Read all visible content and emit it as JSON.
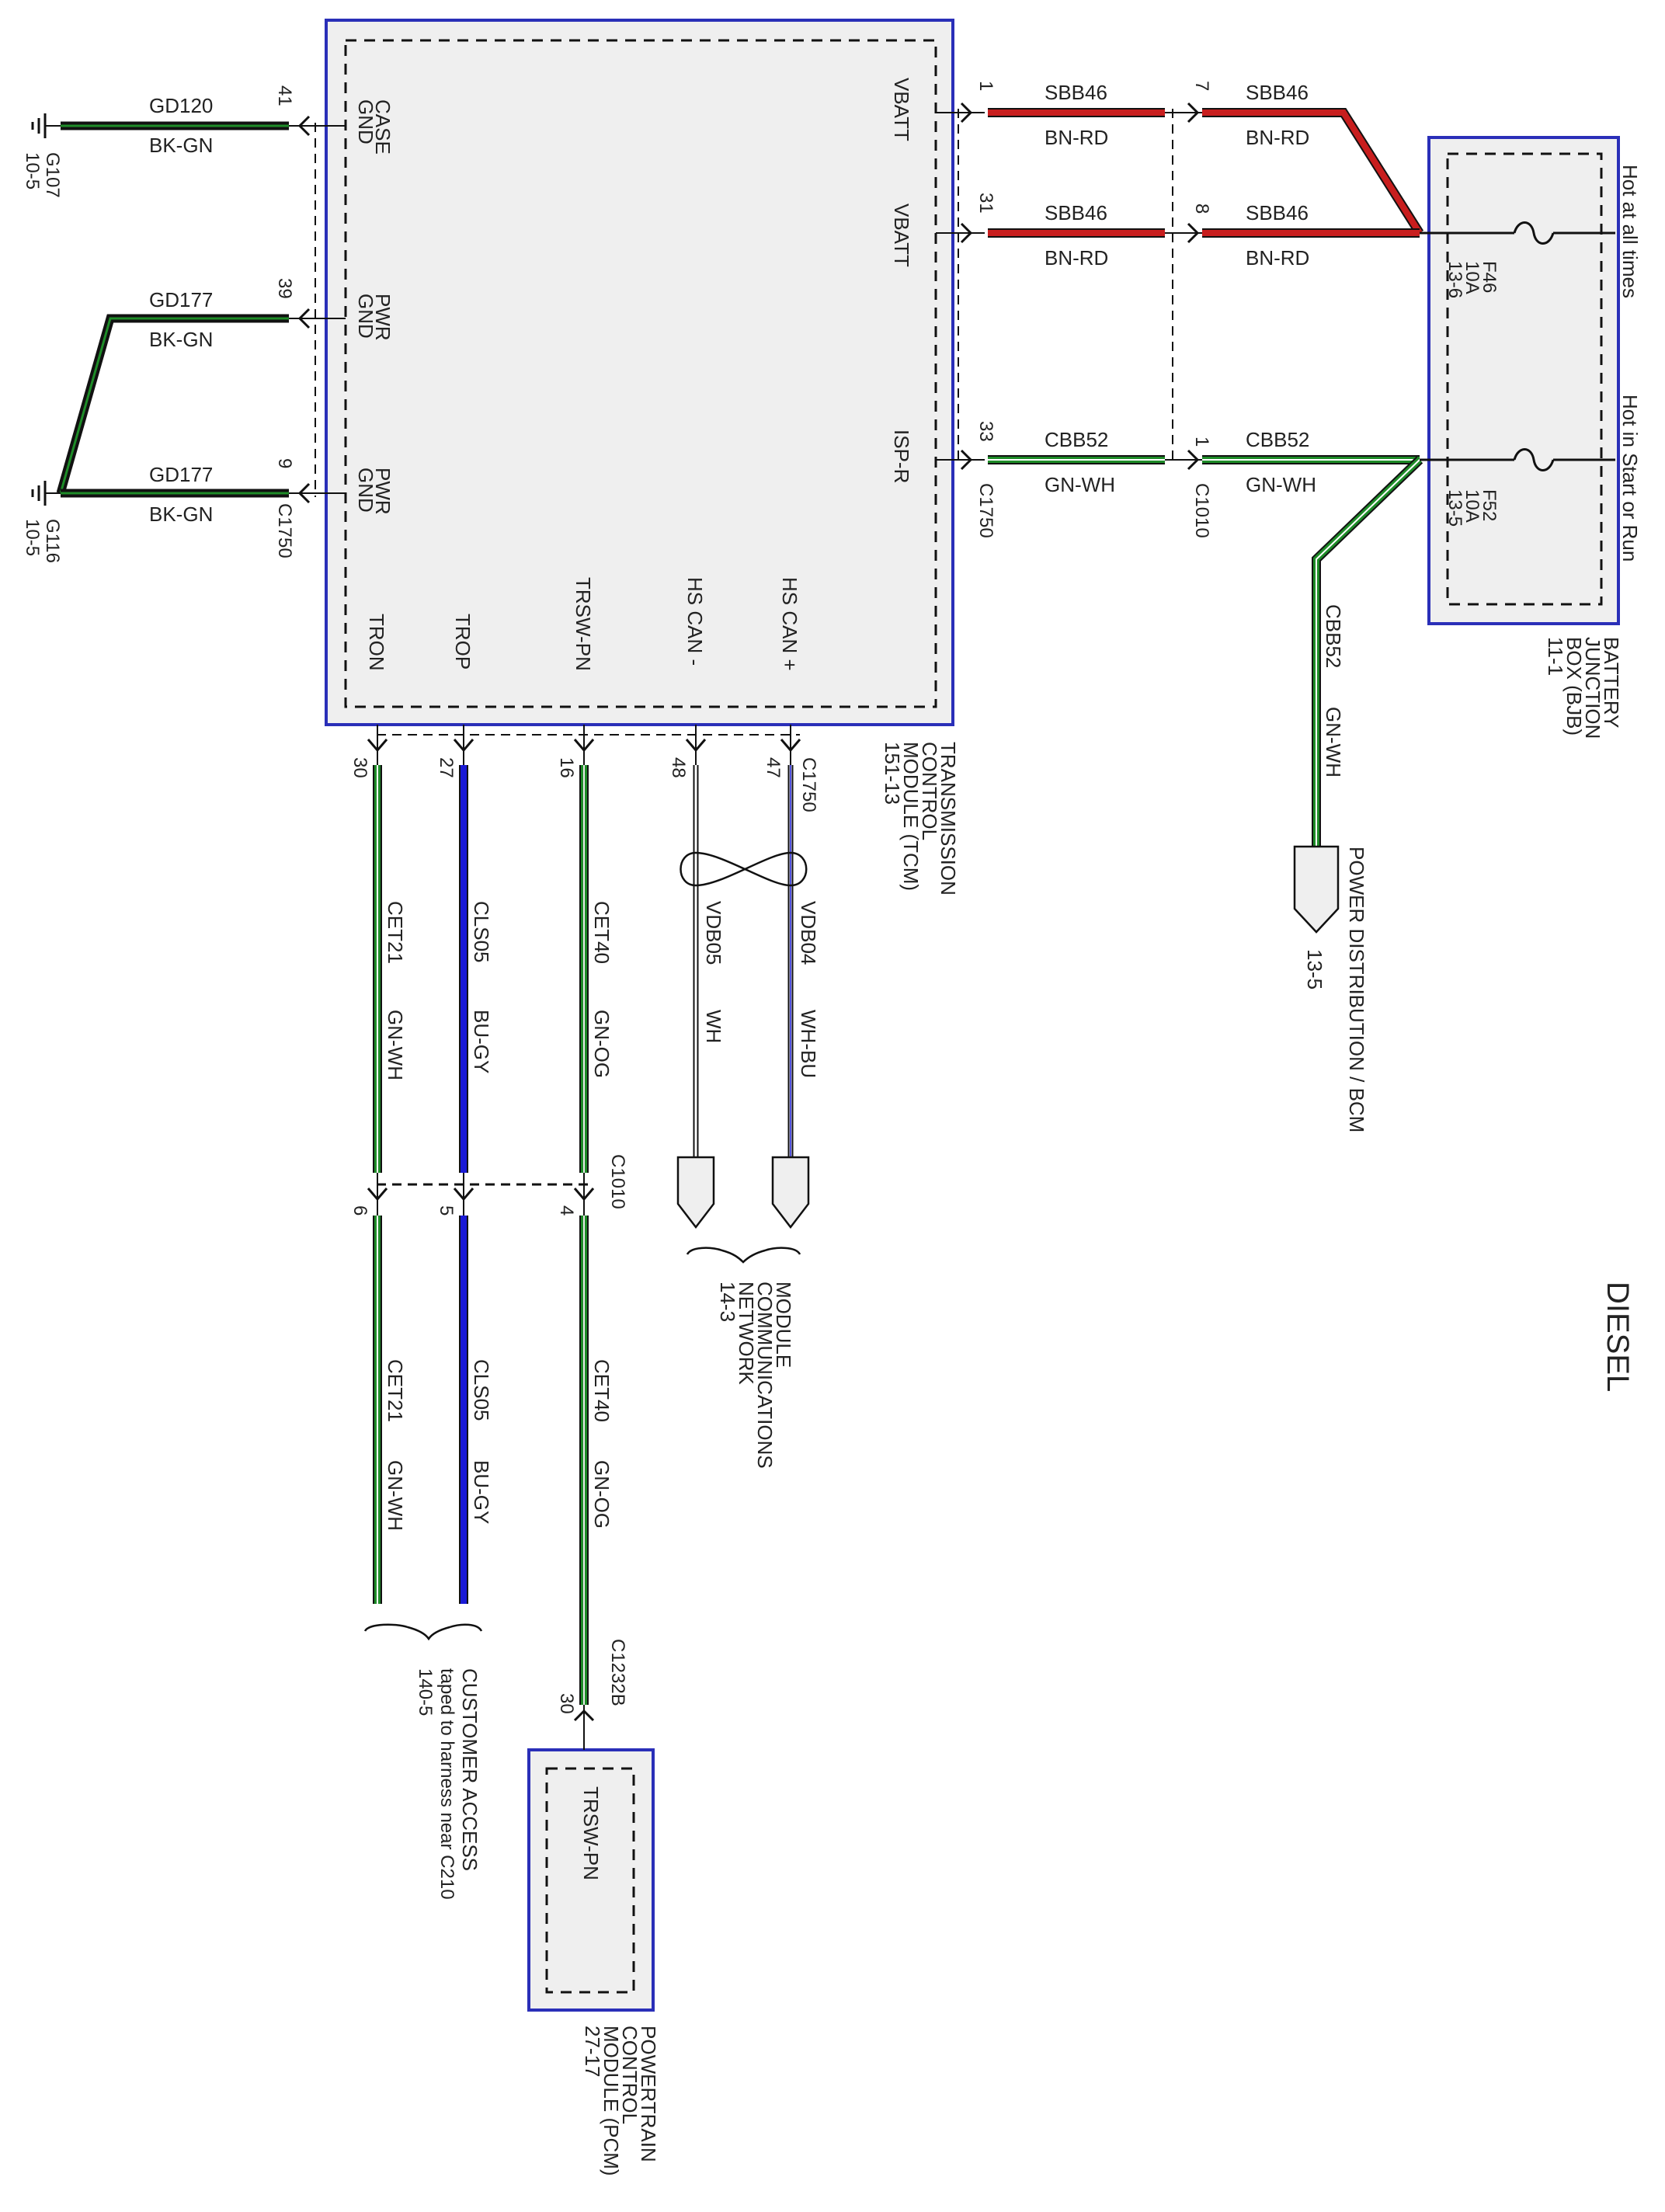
{
  "diagram": {
    "title": "DIESEL",
    "modules": {
      "tcm": {
        "name_lines": [
          "TRANSMISSION",
          "CONTROL",
          "MODULE (TCM)",
          "151-13"
        ],
        "pins": {
          "case_gnd": [
            "CASE",
            "GND"
          ],
          "pwr_gnd_1": [
            "PWR",
            "GND"
          ],
          "pwr_gnd_2": [
            "PWR",
            "GND"
          ],
          "vbatt_1": "VBATT",
          "vbatt_2": "VBATT",
          "isp_r": "ISP-R",
          "tron": "TRON",
          "trop": "TROP",
          "trsw_pn": "TRSW-PN",
          "hs_can_minus": "HS CAN -",
          "hs_can_plus": "HS CAN +"
        }
      },
      "bjb": {
        "name_lines": [
          "BATTERY",
          "JUNCTION",
          "BOX (BJB)",
          "11-1"
        ],
        "fuse1": [
          "F46",
          "10A",
          "13-6"
        ],
        "fuse2": [
          "F52",
          "10A",
          "13-5"
        ],
        "feed1": "Hot at all times",
        "feed2": "Hot in Start or Run"
      },
      "pcm": {
        "name_lines": [
          "POWERTRAIN",
          "CONTROL",
          "MODULE (PCM)",
          "27-17"
        ],
        "pin": "TRSW-PN"
      }
    },
    "grounds": {
      "g107": [
        "G107",
        "10-5"
      ],
      "g116": [
        "G116",
        "10-5"
      ]
    },
    "connectors": {
      "c1750": "C1750",
      "c1010": "C1010",
      "c1232b": "C1232B"
    },
    "pin_numbers": {
      "p41": "41",
      "p39": "39",
      "p9": "9",
      "p1": "1",
      "p31": "31",
      "p33": "33",
      "p7": "7",
      "p8": "8",
      "p1b": "1",
      "p30": "30",
      "p27": "27",
      "p16": "16",
      "p48": "48",
      "p47": "47",
      "p6": "6",
      "p5": "5",
      "p4": "4",
      "p30b": "30"
    },
    "wires": {
      "gd120": {
        "circuit": "GD120",
        "color": "BK-GN"
      },
      "gd177a": {
        "circuit": "GD177",
        "color": "BK-GN"
      },
      "gd177b": {
        "circuit": "GD177",
        "color": "BK-GN"
      },
      "sbb46_1": {
        "circuit": "SBB46",
        "color": "BN-RD"
      },
      "sbb46_2": {
        "circuit": "SBB46",
        "color": "BN-RD"
      },
      "sbb46_3": {
        "circuit": "SBB46",
        "color": "BN-RD"
      },
      "sbb46_4": {
        "circuit": "SBB46",
        "color": "BN-RD"
      },
      "cbb52_1": {
        "circuit": "CBB52",
        "color": "GN-WH"
      },
      "cbb52_2": {
        "circuit": "CBB52",
        "color": "GN-WH"
      },
      "cbb52_3": {
        "circuit": "CBB52",
        "color": "GN-WH"
      },
      "cet21_1": {
        "circuit": "CET21",
        "color": "GN-WH"
      },
      "cls05_1": {
        "circuit": "CLS05",
        "color": "BU-GY"
      },
      "cet40_1": {
        "circuit": "CET40",
        "color": "GN-OG"
      },
      "vdb05": {
        "circuit": "VDB05",
        "color": "WH"
      },
      "vdb04": {
        "circuit": "VDB04",
        "color": "WH-BU"
      },
      "cet21_2": {
        "circuit": "CET21",
        "color": "GN-WH"
      },
      "cls05_2": {
        "circuit": "CLS05",
        "color": "BU-GY"
      },
      "cet40_2": {
        "circuit": "CET40",
        "color": "GN-OG"
      }
    },
    "destinations": {
      "power_dist": [
        "POWER DISTRIBUTION / BCM",
        "13-5"
      ],
      "mcn": [
        "MODULE",
        "COMMUNICATIONS",
        "NETWORK",
        "14-3"
      ],
      "customer": [
        "CUSTOMER ACCESS",
        "taped to harness near C210",
        "140-5"
      ]
    },
    "colors": {
      "module_border": "#2a2fb8",
      "module_fill": "#efefef",
      "wire_black": "#111111",
      "wire_red": "#c81e1e",
      "wire_green": "#1e8c28",
      "wire_blue": "#1a1ad6"
    }
  }
}
